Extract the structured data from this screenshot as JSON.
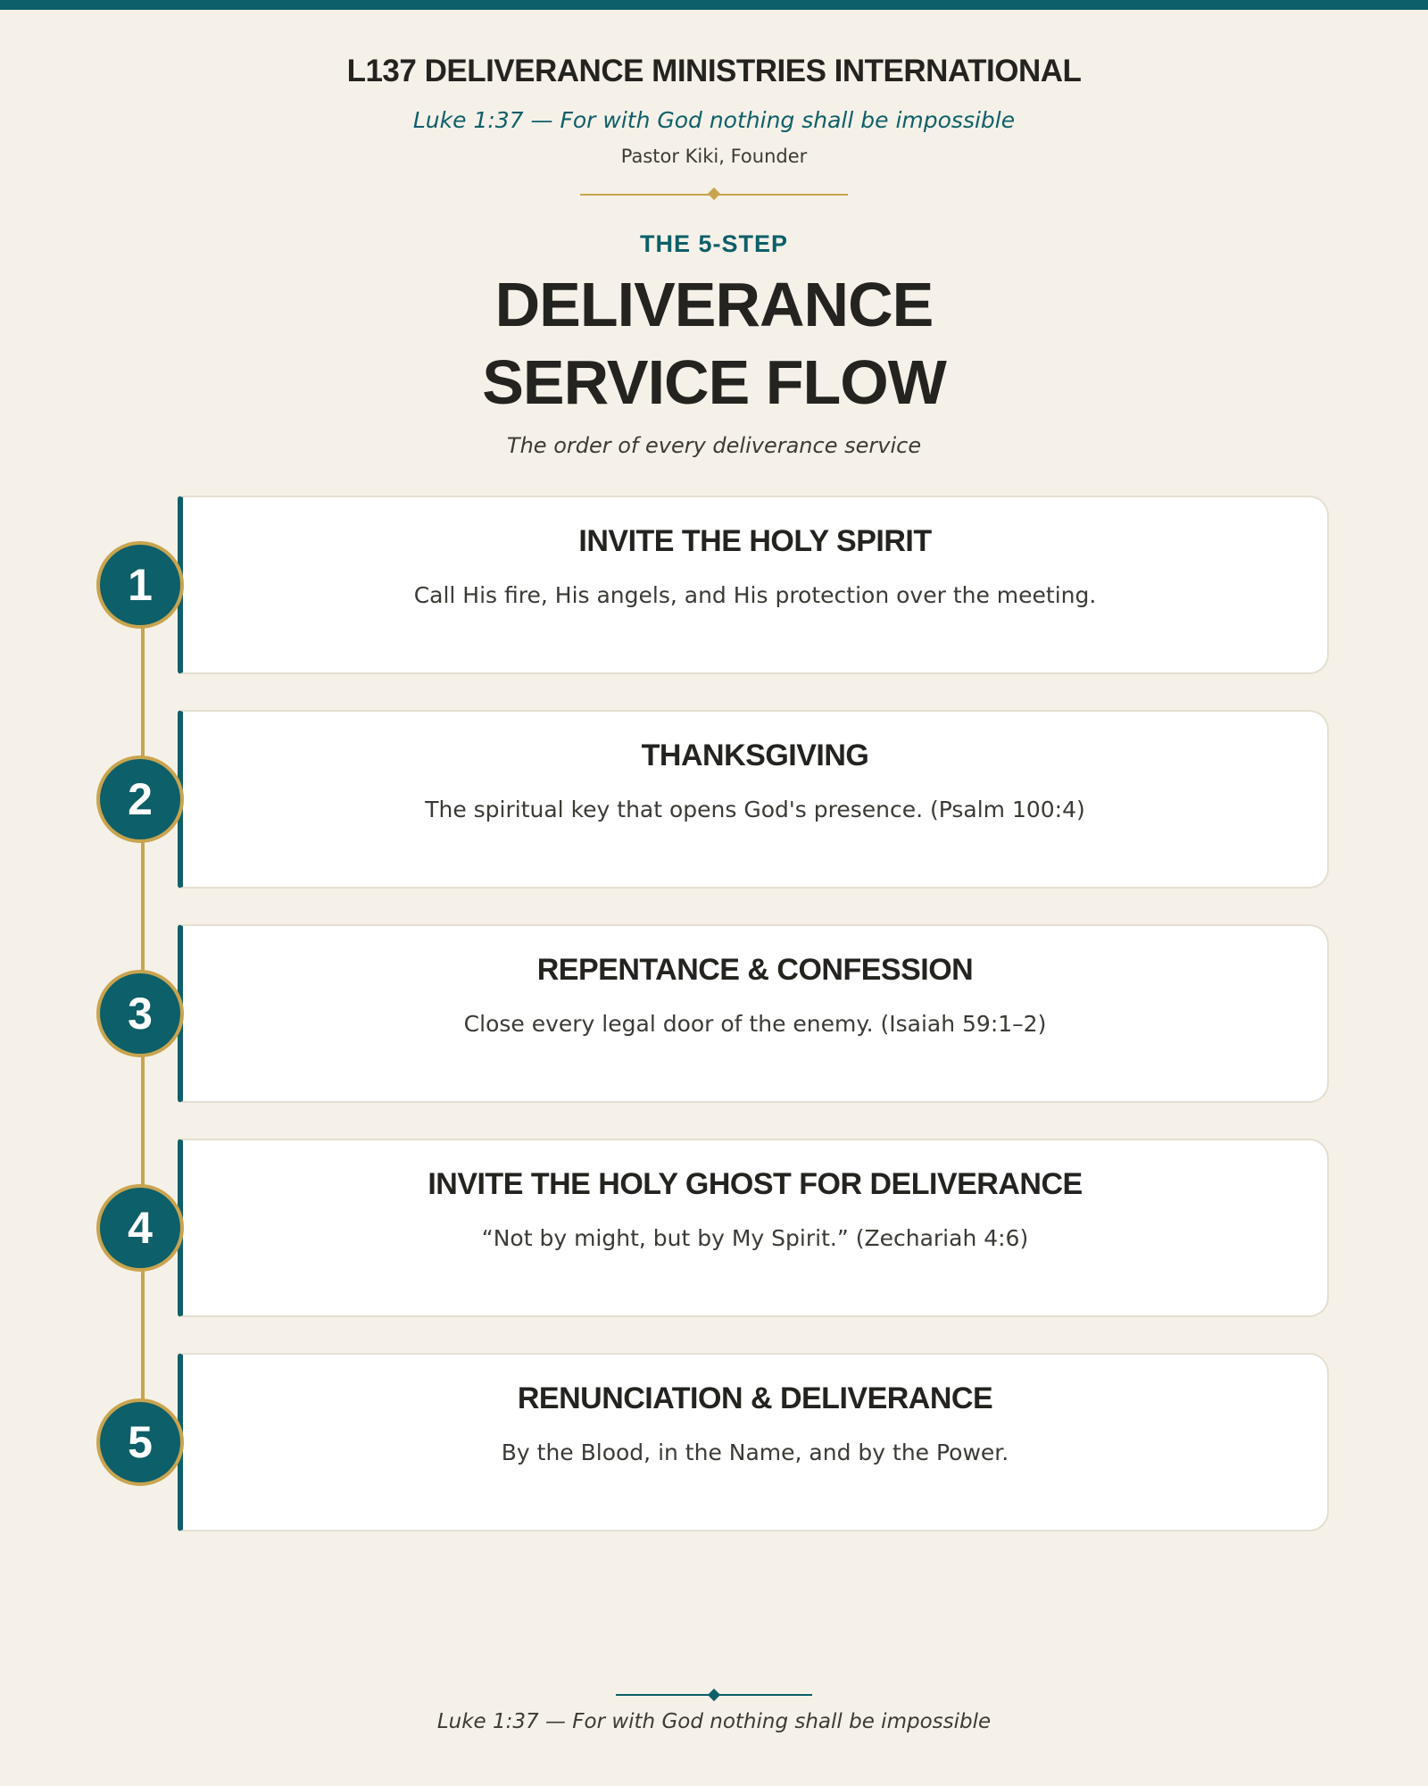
{
  "header": {
    "org_name": "L137 DELIVERANCE MINISTRIES INTERNATIONAL",
    "verse": "Luke 1:37 — For with God nothing shall be impossible",
    "founder": "Pastor Kiki, Founder"
  },
  "title": {
    "eyebrow": "THE 5-STEP",
    "line1": "DELIVERANCE",
    "line2": "SERVICE FLOW",
    "tagline": "The order of every deliverance service"
  },
  "steps": [
    {
      "number": "1",
      "title": "INVITE THE HOLY SPIRIT",
      "description": "Call His fire, His angels, and His protection over the meeting."
    },
    {
      "number": "2",
      "title": "THANKSGIVING",
      "description": "The spiritual key that opens God's presence. (Psalm 100:4)"
    },
    {
      "number": "3",
      "title": "REPENTANCE & CONFESSION",
      "description": "Close every legal door of the enemy. (Isaiah 59:1–2)"
    },
    {
      "number": "4",
      "title": "INVITE THE HOLY GHOST FOR DELIVERANCE",
      "description": "“Not by might, but by My Spirit.” (Zechariah 4:6)"
    },
    {
      "number": "5",
      "title": "RENUNCIATION & DELIVERANCE",
      "description": "By the Blood, in the Name, and by the Power."
    }
  ],
  "footer": {
    "verse": "Luke 1:37 — For with God nothing shall be impossible"
  },
  "colors": {
    "teal": "#0d5f69",
    "gold": "#c9a44e",
    "background": "#f5f1e8",
    "text": "#24231f"
  }
}
